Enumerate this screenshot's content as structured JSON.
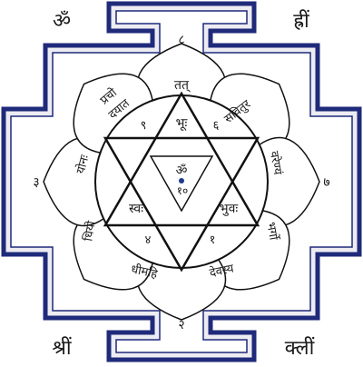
{
  "colors": {
    "background": "#ffffff",
    "frame_outer": "#1f2a7a",
    "frame_inner": "#ffffff",
    "frame_fill": "#ececf2",
    "line": "#111111",
    "center_dot": "#1f3a8a"
  },
  "corners": {
    "top_left": "ॐ",
    "top_right": "ह्रीं",
    "bottom_left": "श्रीं",
    "bottom_right": "क्लीं"
  },
  "gate_numbers": {
    "top": "८",
    "left": "३",
    "right": "७",
    "bottom": "२"
  },
  "petals": {
    "top": "तत्",
    "top_right": "सवितुर",
    "right_upper": "वरेण्यं",
    "right_lower": "भर्गो",
    "bottom_right": "देवस्य",
    "bottom_left": "धीमहि",
    "left_lower": "धियो",
    "left_upper": "योनः",
    "top_left_line1": "प्रचो",
    "top_left_line2": "दयात"
  },
  "hexagram": {
    "top_left_number": "९",
    "top_word": "भूः",
    "top_right_number": "६",
    "left_word": "स्वः",
    "right_word": "भुवः",
    "bottom_left_number": "४",
    "bottom_right_number": "१",
    "center_om": "ॐ",
    "center_number": "१०"
  }
}
